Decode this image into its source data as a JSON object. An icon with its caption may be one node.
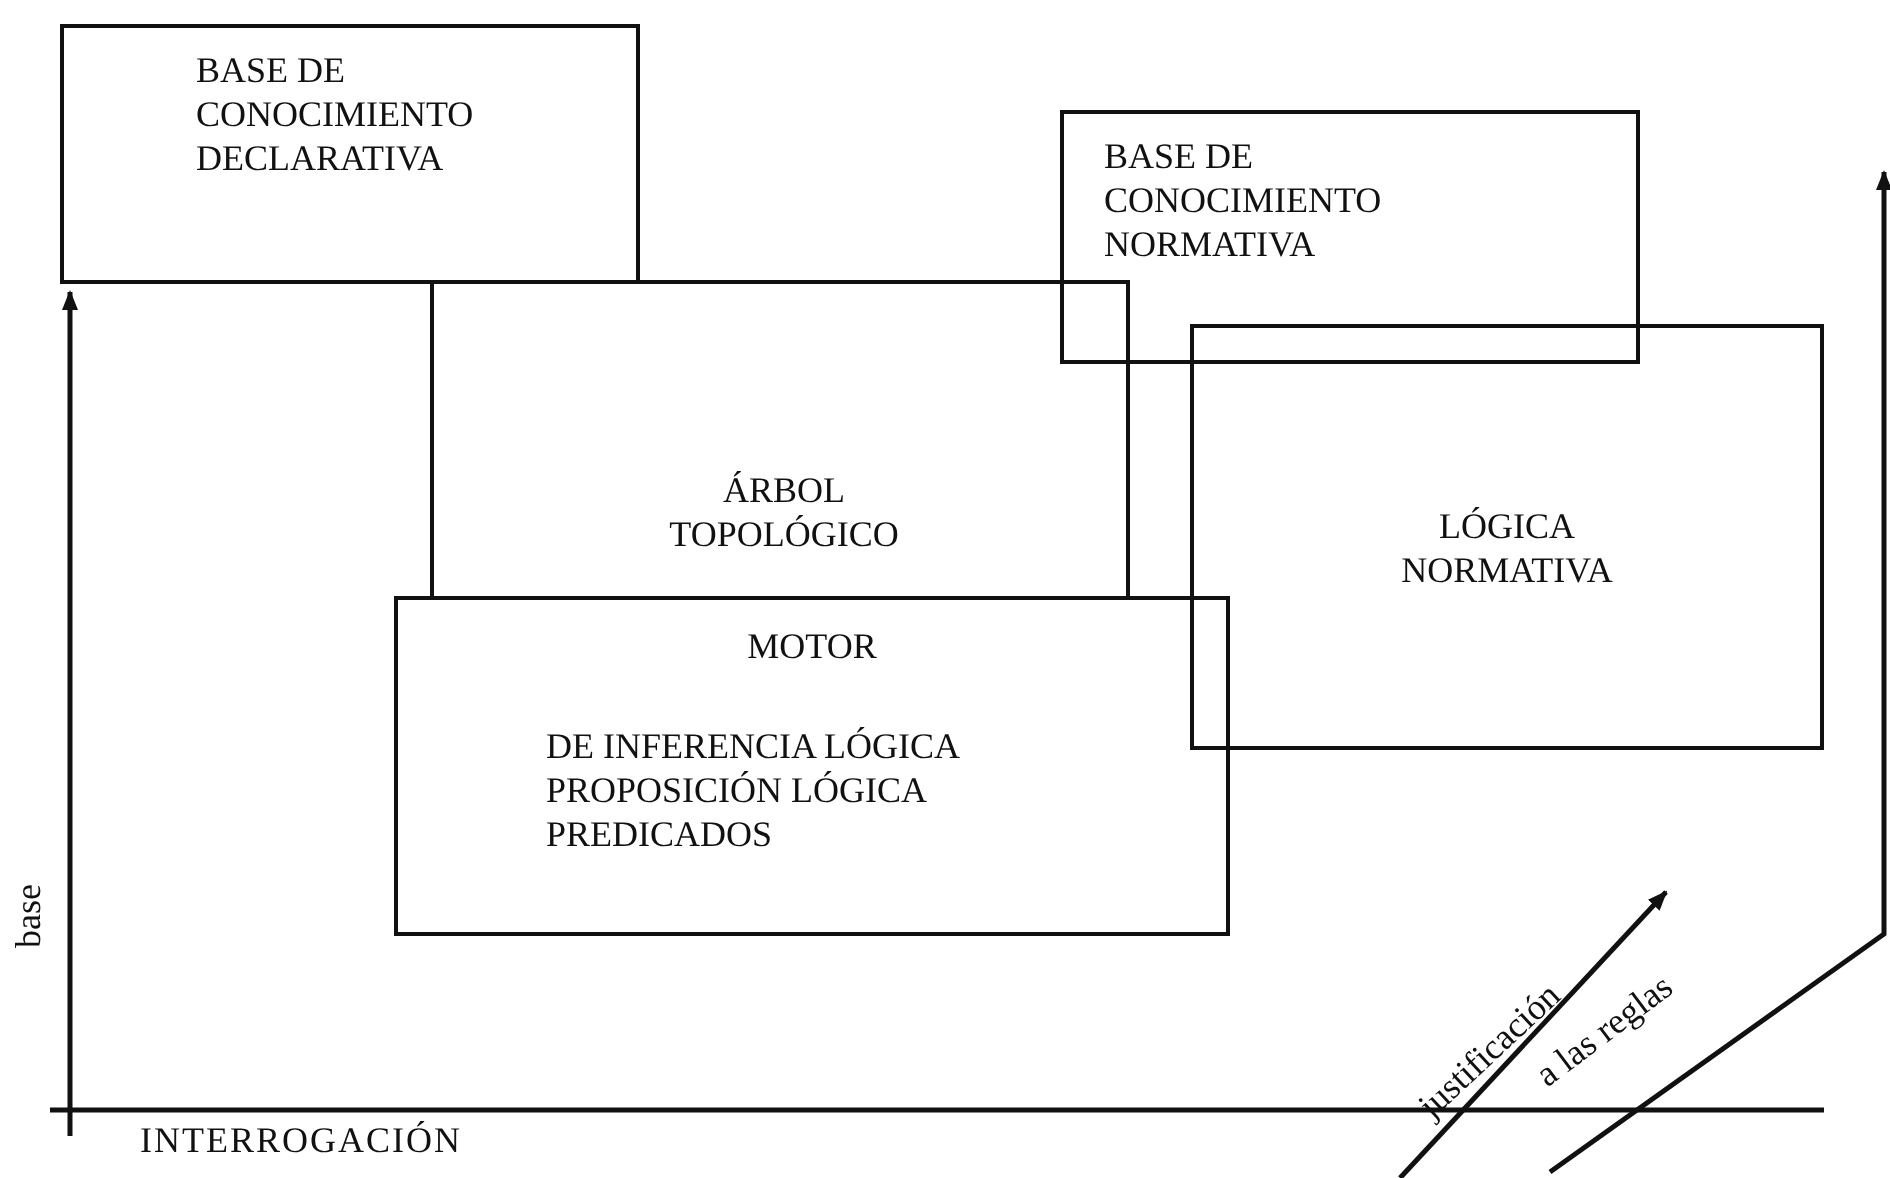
{
  "diagram": {
    "nodes": [
      {
        "text": [
          "BASE DE CONOCIMIENTO DECLARATIVA"
        ]
      },
      {
        "text": [
          "ÁRBOL TOPOLÓGICO"
        ]
      },
      {
        "text": [
          "BASE DE CONOCIMIENTO NORMATIVA"
        ]
      },
      {
        "text": [
          "LÓGICA NORMATIVA"
        ]
      },
      {
        "text": [
          "MOTOR",
          "DE INFERENCIA LÓGICA PROPOSICIÓN LÓGICA PREDICADOS"
        ]
      }
    ],
    "edges": [],
    "labels": [
      "base",
      "INTERROGACIÓN",
      "justificación",
      "a las reglas"
    ]
  }
}
